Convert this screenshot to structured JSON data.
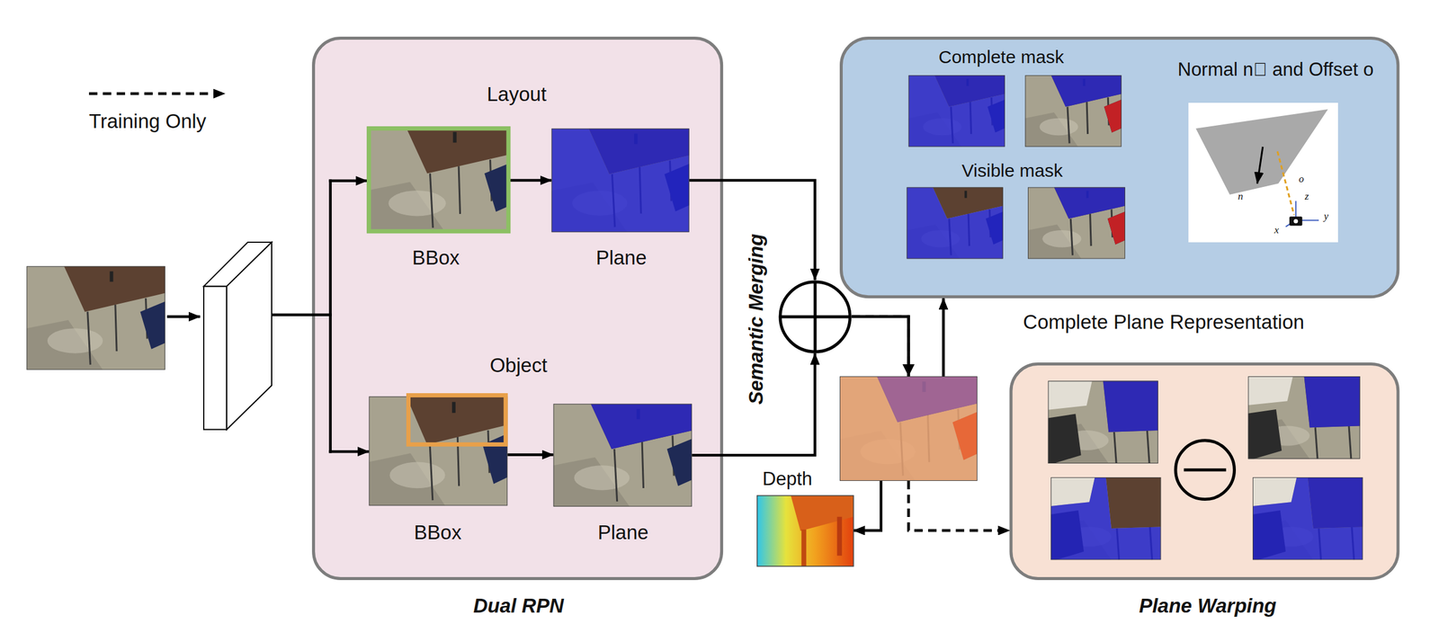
{
  "diagram": {
    "nodes": [
      {
        "text": [
          "Layout",
          "Object",
          "Dual RPN"
        ]
      },
      {
        "text": [
          "BBox"
        ],
        "in": 0
      },
      {
        "text": [
          "Plane"
        ],
        "in": 0
      },
      {
        "text": [
          "BBox"
        ],
        "in": 0
      },
      {
        "text": [
          "Plane"
        ],
        "in": 0
      },
      {
        "text": [
          "Semantic Merging"
        ]
      },
      {
        "text": [
          "Complete mask",
          "Visible mask",
          "Normal n⃗ and Offset o",
          "Complete Plane Representation"
        ]
      },
      {
        "text": [
          "Depth"
        ]
      },
      {
        "text": [
          "Plane Warping"
        ]
      }
    ],
    "edges": [
      {
        "from": 1,
        "to": 2,
        "arrow": "to"
      },
      {
        "from": 3,
        "to": 4,
        "arrow": "to"
      },
      {
        "from": 2,
        "to": 5,
        "arrow": "to"
      },
      {
        "from": 4,
        "to": 5,
        "arrow": "to"
      },
      {
        "from": 5,
        "to": 6,
        "arrow": "to"
      },
      {
        "from": 5,
        "to": 7,
        "arrow": "to"
      },
      {
        "from": 5,
        "to": 8,
        "arrow": "to"
      }
    ],
    "labels": [
      "o",
      "n⃗",
      "z",
      "x",
      "y"
    ],
    "legend": [
      {
        "text": "Training Only"
      }
    ]
  }
}
